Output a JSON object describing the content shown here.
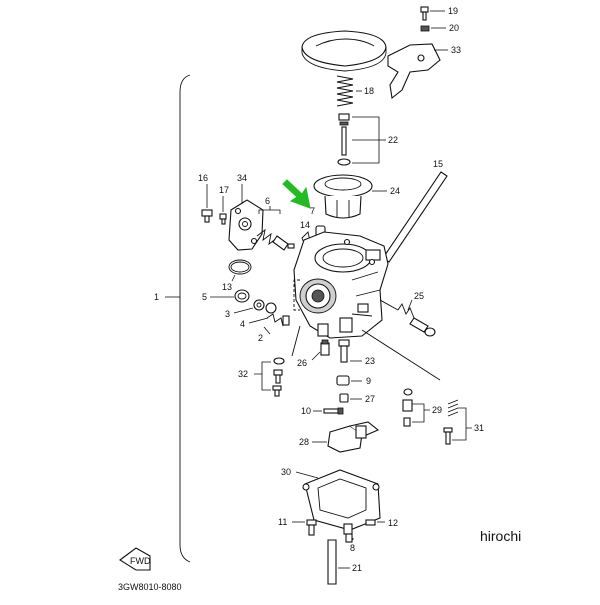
{
  "diagram": {
    "labels": {
      "p1": "1",
      "p2": "2",
      "p3": "3",
      "p4": "4",
      "p5": "5",
      "p6": "6",
      "p7": "7",
      "p8": "8",
      "p9": "9",
      "p10": "10",
      "p11": "11",
      "p12": "12",
      "p13": "13",
      "p14": "14",
      "p15": "15",
      "p16": "16",
      "p17": "17",
      "p18": "18",
      "p19": "19",
      "p20": "20",
      "p21": "21",
      "p22": "22",
      "p23": "23",
      "p24": "24",
      "p25": "25",
      "p26": "26",
      "p27": "27",
      "p28": "28",
      "p29": "29",
      "p30": "30",
      "p31": "31",
      "p32": "32",
      "p33": "33",
      "p34": "34"
    },
    "fwd_label": "FWD",
    "catalog_code": "3GW8010-8080",
    "watermark": "hirochi",
    "highlight_color": "#22bb22"
  }
}
